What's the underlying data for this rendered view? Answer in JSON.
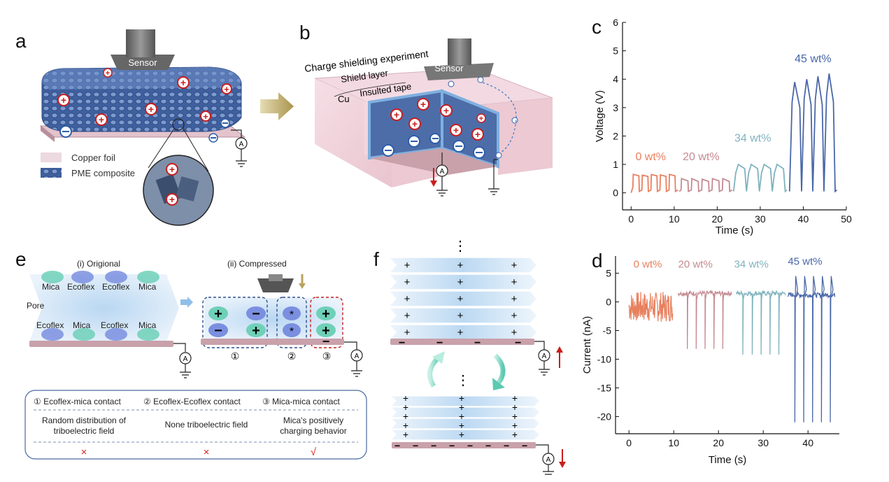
{
  "panels": {
    "a": {
      "letter": "a",
      "sensor_label": "Sensor",
      "legend": [
        "Copper foil",
        "PME composite"
      ],
      "meter_label": "A"
    },
    "b": {
      "letter": "b",
      "title": "Charge shielding experiment",
      "sensor_label": "Sensor",
      "shield_layer": "Shield layer",
      "cu": "Cu",
      "tape": "Insulted tape",
      "meter_label": "A"
    },
    "e": {
      "letter": "e",
      "state_i": "(i) Origional",
      "state_ii": "(ii) Compressed",
      "pore": "Pore",
      "top_row": [
        "Mica",
        "Ecoflex",
        "Ecoflex",
        "Mica"
      ],
      "bottom_row": [
        "Ecoflex",
        "Mica",
        "Ecoflex",
        "Mica"
      ],
      "circled": [
        "①",
        "②",
        "③"
      ],
      "table": {
        "headers": [
          "① Ecoflex-mica contact",
          "② Ecoflex-Ecoflex contact",
          "③ Mica-mica contact"
        ],
        "descriptions": [
          "Random distribution of triboelectric field",
          "None triboelectric field",
          "Mica's positively charging behavior"
        ],
        "marks": [
          "×",
          "×",
          "√"
        ]
      }
    },
    "f": {
      "letter": "f",
      "ellipsis": "⋮"
    }
  },
  "colors": {
    "s0": "#e8805e",
    "s20": "#c58a92",
    "s34": "#7fb3bd",
    "s45": "#4a67a8",
    "copper": "#c9a1ab",
    "mesh": "#4d6da8"
  },
  "chart_data": [
    {
      "id": "c",
      "type": "line",
      "letter": "c",
      "xlabel": "Time (s)",
      "ylabel": "Voltage (V)",
      "xlim": [
        -2,
        50
      ],
      "ylim": [
        -0.6,
        6
      ],
      "xticks": [
        0,
        10,
        20,
        30,
        40,
        50
      ],
      "yticks": [
        0,
        1,
        2,
        3,
        4,
        5,
        6
      ],
      "series": [
        {
          "name": "0 wt%",
          "x": [
            0,
            0.4,
            0.5,
            1.8,
            1.9,
            2.5,
            2.6,
            3.9,
            4.0,
            4.6,
            4.7,
            6.0,
            6.1,
            6.7,
            6.8,
            8.1,
            8.2,
            8.8,
            8.9,
            10.2,
            10.3,
            10.9
          ],
          "y": [
            0,
            0.2,
            0.65,
            0.6,
            0.05,
            0.1,
            0.62,
            0.58,
            0.05,
            0.1,
            0.64,
            0.6,
            0.05,
            0.1,
            0.63,
            0.58,
            0.05,
            0.1,
            0.65,
            0.6,
            0.05,
            0.1
          ]
        },
        {
          "name": "20 wt%",
          "x": [
            11.2,
            11.6,
            11.7,
            13.2,
            13.3,
            14.0,
            14.1,
            15.6,
            15.7,
            16.4,
            16.5,
            18.0,
            18.1,
            18.8,
            18.9,
            20.4,
            20.5,
            21.2,
            21.3,
            22.8,
            22.9,
            23.5
          ],
          "y": [
            0.05,
            0.1,
            0.5,
            0.42,
            0.05,
            0.1,
            0.5,
            0.4,
            0.05,
            0.1,
            0.48,
            0.4,
            0.05,
            0.1,
            0.5,
            0.42,
            0.05,
            0.1,
            0.5,
            0.4,
            0.05,
            0.1
          ]
        },
        {
          "name": "34 wt%",
          "x": [
            23.8,
            24.3,
            24.9,
            26.4,
            26.8,
            27.3,
            27.9,
            29.4,
            29.8,
            30.3,
            30.9,
            32.4,
            32.8,
            33.3,
            33.9,
            35.4,
            35.8,
            36.2
          ],
          "y": [
            0.05,
            0.7,
            1.0,
            0.85,
            0.05,
            0.7,
            1.0,
            0.85,
            0.05,
            0.7,
            1.0,
            0.85,
            0.05,
            0.7,
            1.0,
            0.85,
            0.05,
            0.1
          ]
        },
        {
          "name": "45 wt%",
          "x": [
            36.8,
            37.4,
            38.0,
            39.2,
            39.6,
            40.2,
            40.8,
            41.8,
            42.2,
            42.8,
            43.4,
            44.4,
            44.8,
            45.4,
            46.0,
            47.0,
            47.4,
            47.8
          ],
          "y": [
            0.05,
            3.2,
            3.9,
            3.0,
            0.05,
            3.3,
            4.0,
            3.1,
            0.05,
            3.3,
            4.1,
            3.1,
            0.05,
            3.4,
            4.2,
            3.2,
            0.05,
            0.1
          ]
        }
      ],
      "annotations": [
        "0 wt%",
        "20 wt%",
        "34 wt%",
        "45 wt%"
      ]
    },
    {
      "id": "d",
      "type": "line",
      "letter": "d",
      "xlabel": "Time (s)",
      "ylabel": "Current (nA)",
      "xlim": [
        -3,
        47
      ],
      "ylim": [
        -23,
        8
      ],
      "xticks": [
        0,
        10,
        20,
        30,
        40
      ],
      "yticks": [
        5,
        0,
        -5,
        -10,
        -15,
        -20
      ],
      "series": [
        {
          "name": "0 wt%",
          "x": [
            0,
            9.8
          ],
          "y": [
            -3.5,
            1.8
          ],
          "pattern": "noise"
        },
        {
          "name": "20 wt%",
          "x": [
            11,
            23
          ],
          "spikes": [
            13,
            15,
            17,
            19,
            21
          ],
          "baseline": 1.5,
          "spike_min": -8.2
        },
        {
          "name": "34 wt%",
          "x": [
            24,
            35
          ],
          "spikes": [
            25.5,
            27.5,
            29.5,
            31.5,
            33.5
          ],
          "baseline": 1.5,
          "spike_min": -9.2
        },
        {
          "name": "45 wt%",
          "x": [
            35.5,
            46
          ],
          "spikes": [
            37,
            39,
            41,
            43,
            45
          ],
          "baseline": 1.2,
          "spike_min": -21,
          "spike_max": 4.5
        }
      ],
      "annotations": [
        "0 wt%",
        "20 wt%",
        "34 wt%",
        "45 wt%"
      ]
    }
  ]
}
